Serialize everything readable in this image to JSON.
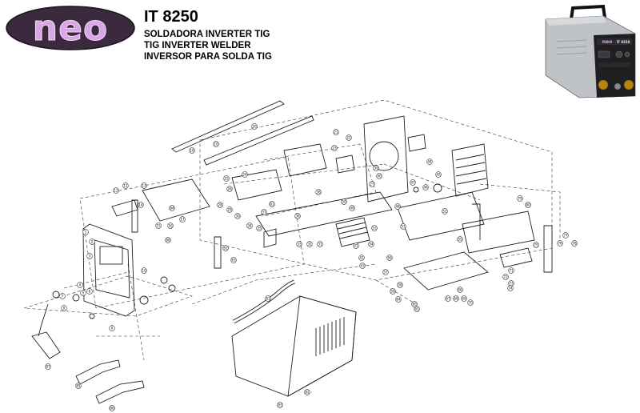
{
  "header": {
    "brand": "neo",
    "model": "IT 8250",
    "title_pt": "SOLDADORA INVERTER TIG",
    "title_en": "TIG INVERTER WELDER",
    "title_es": "INVERSOR PARA SOLDA TIG"
  },
  "colors": {
    "logo_fill": "#3b2a3e",
    "logo_letters": "#d9a6e6",
    "line": "#333333"
  },
  "product_photo": {
    "panel_brand": "neo",
    "panel_model": "IT 8250"
  },
  "callouts": [
    "1",
    "2",
    "3",
    "4",
    "5",
    "6",
    "7",
    "8",
    "9",
    "10",
    "11",
    "12",
    "13",
    "14",
    "15",
    "16",
    "17",
    "18",
    "19",
    "20",
    "21",
    "22",
    "23",
    "24",
    "25",
    "26",
    "27",
    "28",
    "29",
    "30",
    "31",
    "32",
    "33",
    "34",
    "35",
    "36",
    "37",
    "38",
    "39",
    "40",
    "41",
    "42",
    "43",
    "44",
    "45",
    "46",
    "47",
    "48",
    "49",
    "50",
    "51",
    "52",
    "53",
    "54",
    "55",
    "56",
    "57",
    "58",
    "59",
    "60",
    "61",
    "62",
    "63",
    "64",
    "65",
    "66",
    "67",
    "68",
    "69",
    "70",
    "71",
    "72",
    "73",
    "74",
    "75",
    "76",
    "77",
    "78",
    "79",
    "80",
    "81",
    "82",
    "83",
    "84",
    "85",
    "86",
    "87",
    "88"
  ]
}
